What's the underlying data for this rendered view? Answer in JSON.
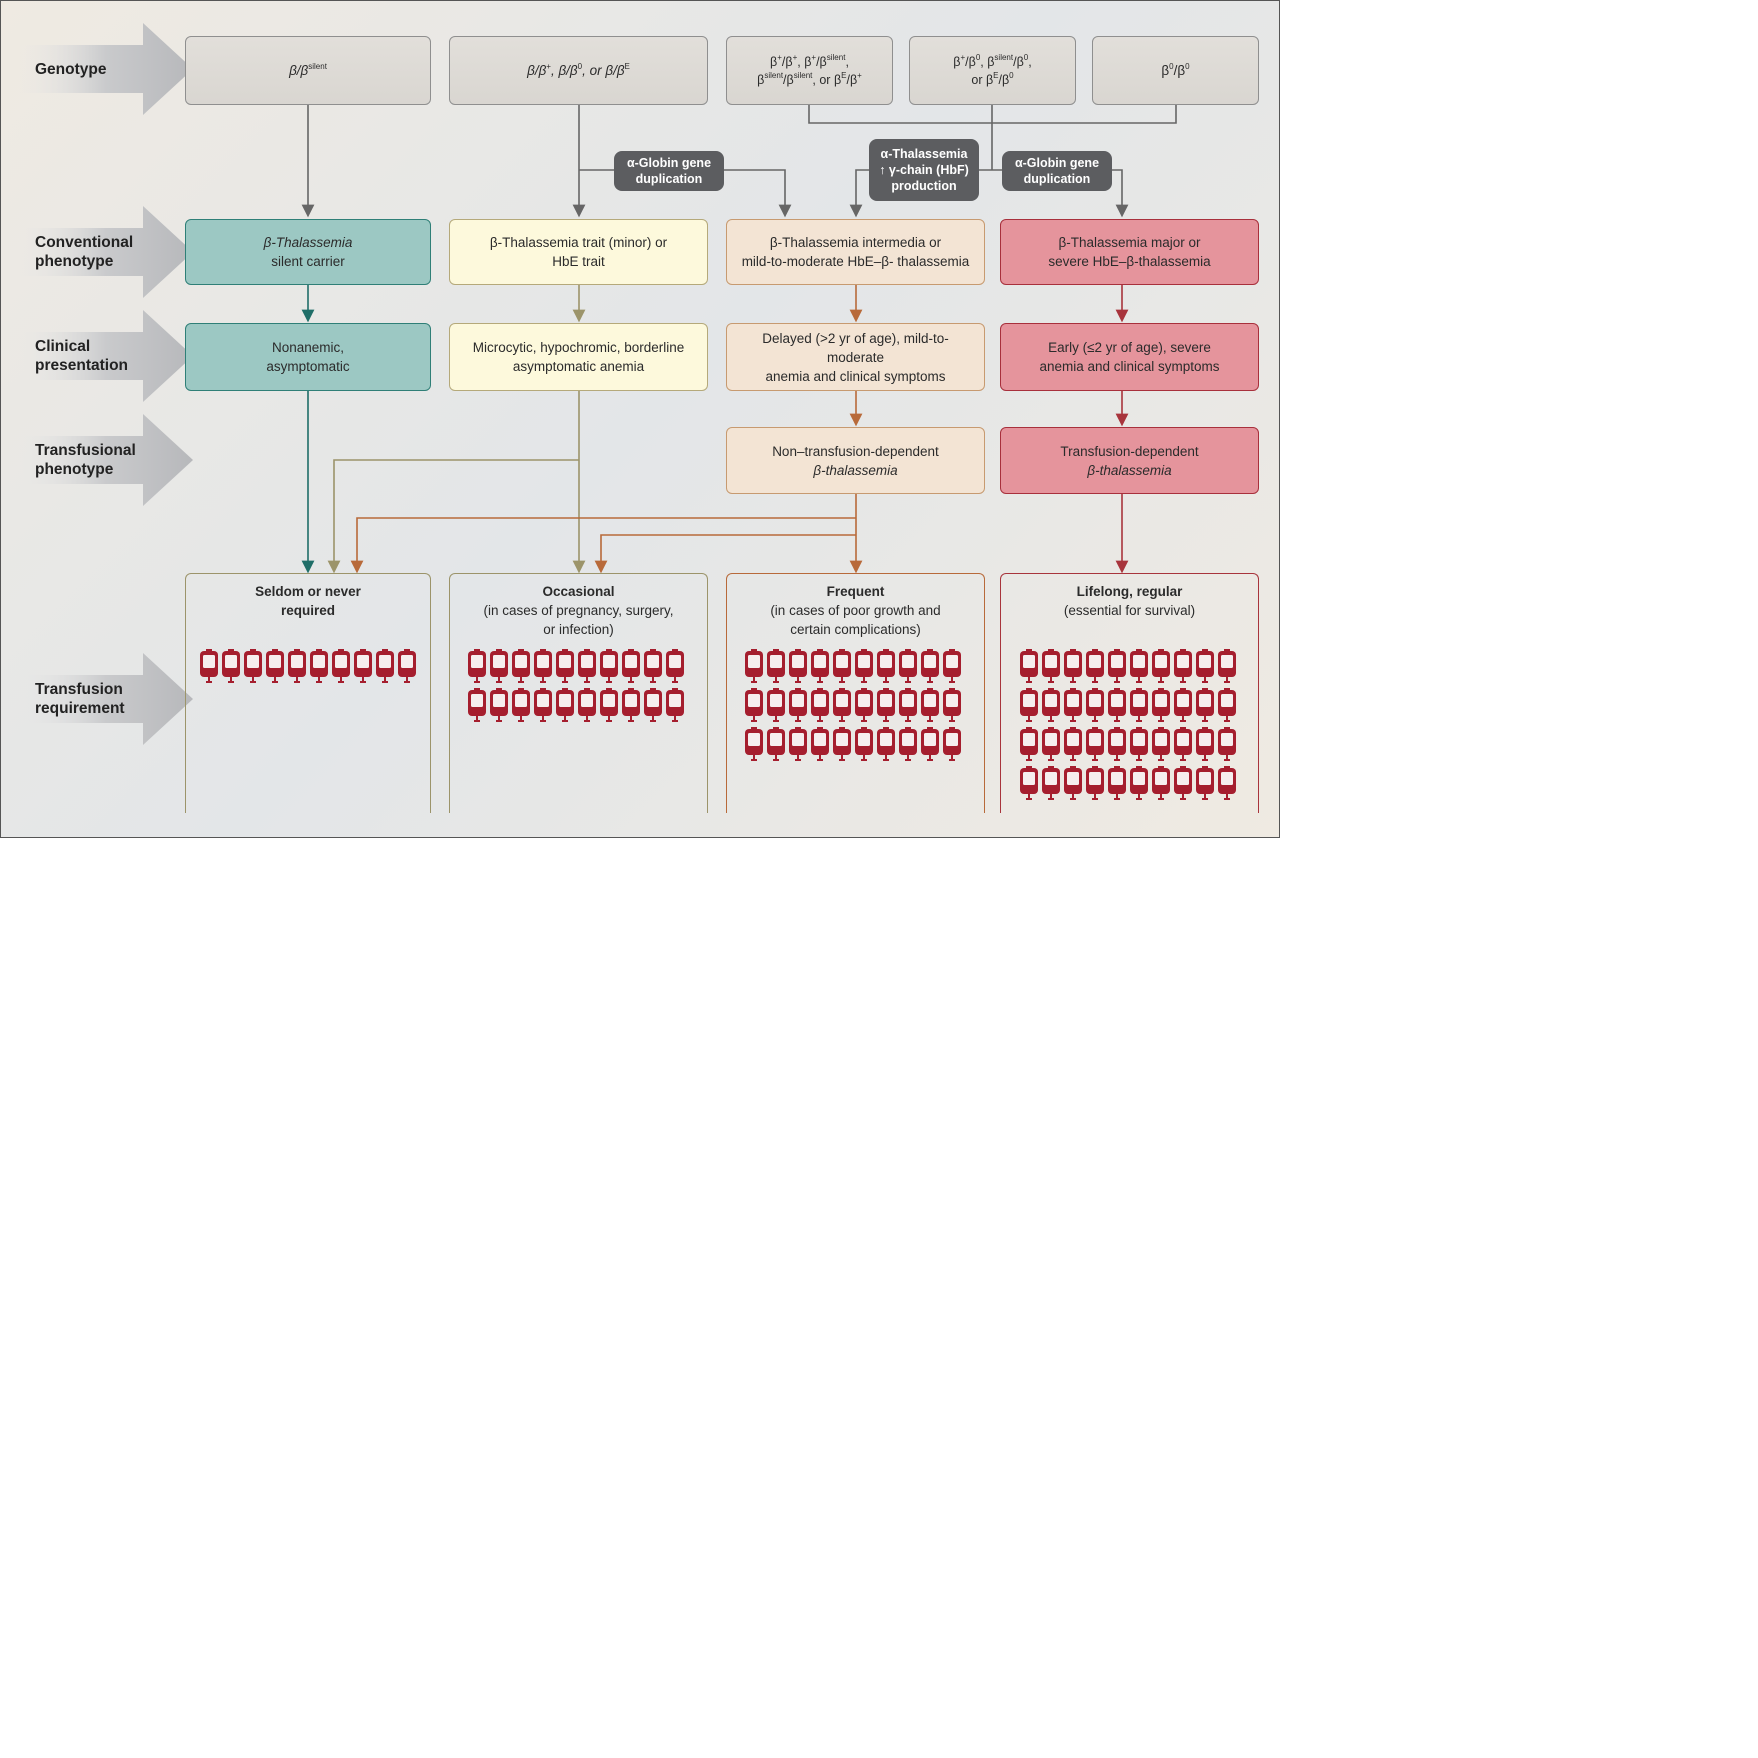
{
  "rows": {
    "genotype": "Genotype",
    "conventional": [
      "Conventional",
      "phenotype"
    ],
    "clinical": [
      "Clinical",
      "presentation"
    ],
    "transfusional": [
      "Transfusional",
      "phenotype"
    ],
    "requirement": [
      "Transfusion",
      "requirement"
    ]
  },
  "genotypes": {
    "silent": {
      "base": "β/β",
      "sup": "silent"
    },
    "trait": {
      "p1": "β/β",
      "s1": "+",
      "p2": ", β/β",
      "s2": "0",
      "p3": ", or β/β",
      "s3": "E"
    },
    "intermedia": {
      "line1": {
        "p1": "β",
        "s1": "+",
        "p2": "/β",
        "s2": "+",
        "p3": ", β",
        "s3": "+",
        "p4": "/β",
        "s4": "silent",
        "p5": ","
      },
      "line2": {
        "p1": "β",
        "s1": "silent",
        "p2": "/β",
        "s2": "silent",
        "p3": ", or β",
        "s3": "E",
        "p4": "/β",
        "s4": "+"
      }
    },
    "major_mixed": {
      "line1": {
        "p1": "β",
        "s1": "+",
        "p2": "/β",
        "s2": "0",
        "p3": ", β",
        "s3": "silent",
        "p4": "/β",
        "s4": "0",
        "p5": ","
      },
      "line2": {
        "p1": "or β",
        "s1": "E",
        "p2": "/β",
        "s2": "0"
      }
    },
    "major_null": {
      "p1": "β",
      "s1": "0",
      "p2": "/β",
      "s2": "0"
    }
  },
  "modifiers": {
    "alpha_dup_left": [
      "α-Globin gene",
      "duplication"
    ],
    "alpha_thal": [
      "α-Thalassemia",
      "↑ γ-chain (HbF)",
      "production"
    ],
    "alpha_dup_right": [
      "α-Globin gene",
      "duplication"
    ]
  },
  "conventional": {
    "col1": [
      "β-Thalassemia",
      "silent carrier"
    ],
    "col2": [
      "β-Thalassemia trait (minor) or",
      "HbE trait"
    ],
    "col3": [
      "β-Thalassemia intermedia or",
      "mild-to-moderate HbE–β- thalassemia"
    ],
    "col4": [
      "β-Thalassemia major or",
      "severe HbE–β-thalassemia"
    ]
  },
  "clinical": {
    "col1": [
      "Nonanemic,",
      "asymptomatic"
    ],
    "col2": [
      "Microcytic, hypochromic, borderline",
      "asymptomatic anemia"
    ],
    "col3": [
      "Delayed (>2 yr of age), mild-to-moderate",
      "anemia and clinical symptoms"
    ],
    "col4": [
      "Early (≤2 yr of age), severe",
      "anemia and clinical symptoms"
    ]
  },
  "transfusional": {
    "col3": [
      "Non–transfusion-dependent",
      "β-thalassemia"
    ],
    "col4": [
      "Transfusion-dependent",
      "β-thalassemia"
    ]
  },
  "requirement": {
    "col1": {
      "title": [
        "Seldom or never",
        "required"
      ],
      "sub": [],
      "bag_rows": 1
    },
    "col2": {
      "title": [
        "Occasional"
      ],
      "sub": [
        "(in cases of pregnancy, surgery,",
        "or infection)"
      ],
      "bag_rows": 2
    },
    "col3": {
      "title": [
        "Frequent"
      ],
      "sub": [
        "(in cases of poor growth and",
        "certain complications)"
      ],
      "bag_rows": 3
    },
    "col4": {
      "title": [
        "Lifelong, regular"
      ],
      "sub": [
        "(essential for survival)"
      ],
      "bag_rows": 4
    }
  },
  "colors": {
    "teal": "#1f6e68",
    "olive": "#9c946a",
    "orange": "#b86a3a",
    "red": "#a8343c",
    "gray": "#666666",
    "bag": "#a51e2e"
  }
}
